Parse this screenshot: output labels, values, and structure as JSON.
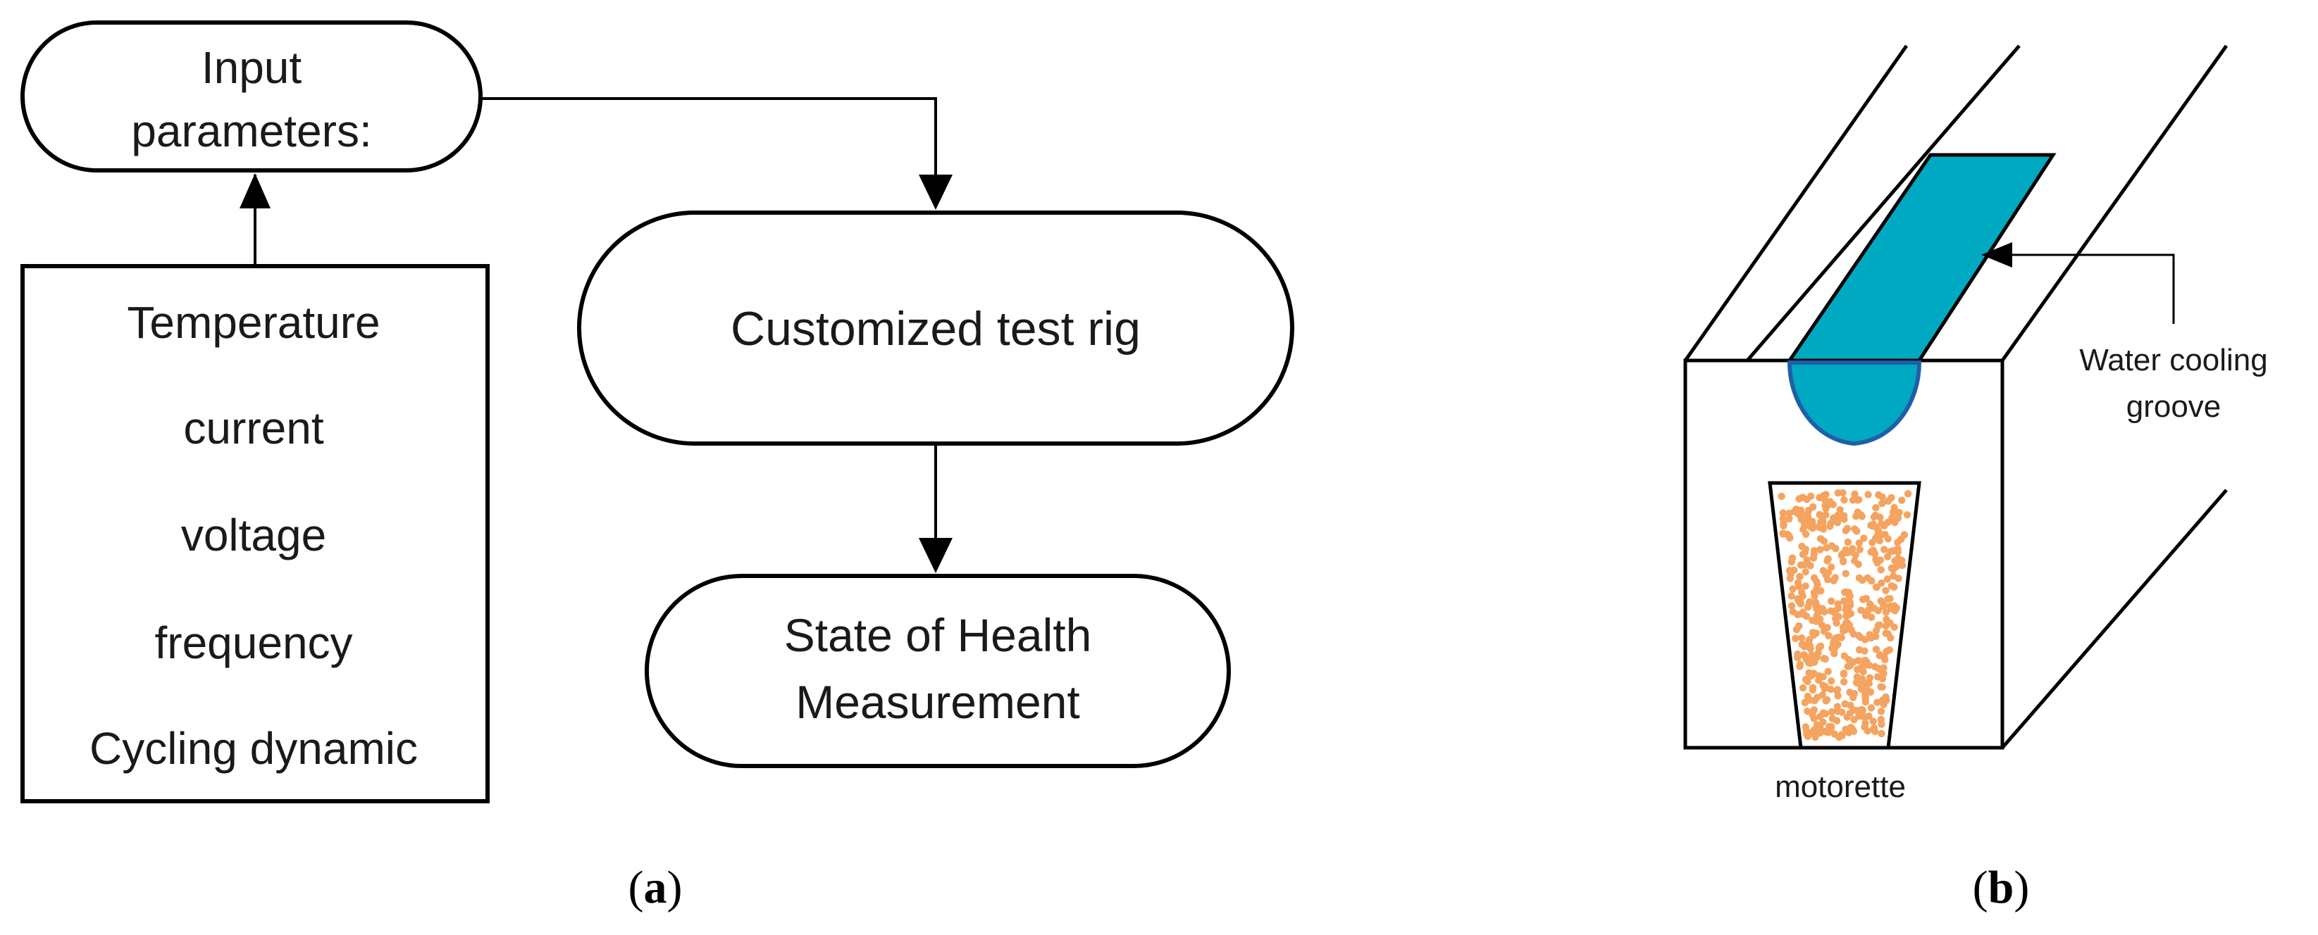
{
  "panel_a": {
    "input_box": {
      "line1": "Input",
      "line2": "parameters:"
    },
    "param_list": [
      "Temperature",
      "current",
      "voltage",
      "frequency",
      "Cycling dynamic"
    ],
    "test_rig": "Customized test rig",
    "soh": {
      "line1": "State of Health",
      "line2": "Measurement"
    },
    "caption": {
      "open": "(",
      "letter": "a",
      "close": ")"
    }
  },
  "panel_b": {
    "groove_label": {
      "line1": "Water cooling",
      "line2": "groove"
    },
    "motorette_label": "motorette",
    "caption": {
      "open": "(",
      "letter": "b",
      "close": ")"
    }
  },
  "colors": {
    "stroke": "#000000",
    "groove_fill": "#00A9C2",
    "groove_edge": "#1f5fa8",
    "particle": "#F4A460"
  }
}
